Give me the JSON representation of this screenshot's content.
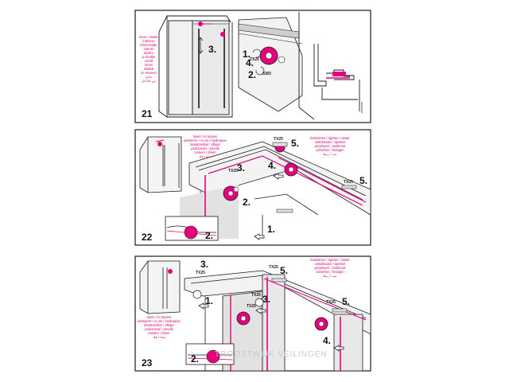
{
  "colors": {
    "accent": "#e6007e",
    "line": "#1a1a1a",
    "panel_fill": "#dcdcdc",
    "note_text": "#d0006f"
  },
  "panels": [
    {
      "number": "21",
      "notes": [
        "lever / inside",
        "intérieur",
        "binnenzijde",
        "interno",
        "dentro",
        "w środku",
        "uvnitř",
        "innen",
        "sisältä",
        "im Inneren",
        "داخل",
        "من الداخل"
      ],
      "steps": [
        "3.",
        "1.",
        "4.",
        "2."
      ],
      "tool_labels": [
        "TX25",
        "SW3"
      ]
    },
    {
      "number": "22",
      "notes_left": [
        "losen / to loosen",
        "desserrer / to vis / losdraaien",
        "desatornillar / aflojar",
        "poluzować / povolit",
        "lockern / lösen",
        "شاه / فك"
      ],
      "notes_right": [
        "festziehen / tighten / visser",
        "vastdraaien / apretar",
        "przykręcić / utáhnout",
        "anziehen / festigen",
        "ثبت / ربط"
      ],
      "steps": [
        "3.",
        "5.",
        "4.",
        "5.",
        "2.",
        "1.",
        "2."
      ],
      "tool_labels": [
        "TX25",
        "TX25",
        "TX25"
      ]
    },
    {
      "number": "23",
      "notes_left": [
        "losen / to loosen",
        "desserrer / to vis / losdraaien",
        "desatornillar / aflojar",
        "poluzować / povolit",
        "lockern / lösen",
        "شاه / فك"
      ],
      "notes_right": [
        "festziehen / tighten / visser",
        "vastdraaien / apretar",
        "przykręcić / utáhnout",
        "anziehen / festigen",
        "ثبت / ربط"
      ],
      "steps": [
        "3.",
        "1.",
        "3.",
        "5.",
        "5.",
        "4.",
        "2."
      ],
      "tool_labels": [
        "TX25",
        "TX25",
        "TX25",
        "TX25",
        "TX25"
      ]
    }
  ],
  "watermark": "TROOSTWIJK VEILINGEN"
}
